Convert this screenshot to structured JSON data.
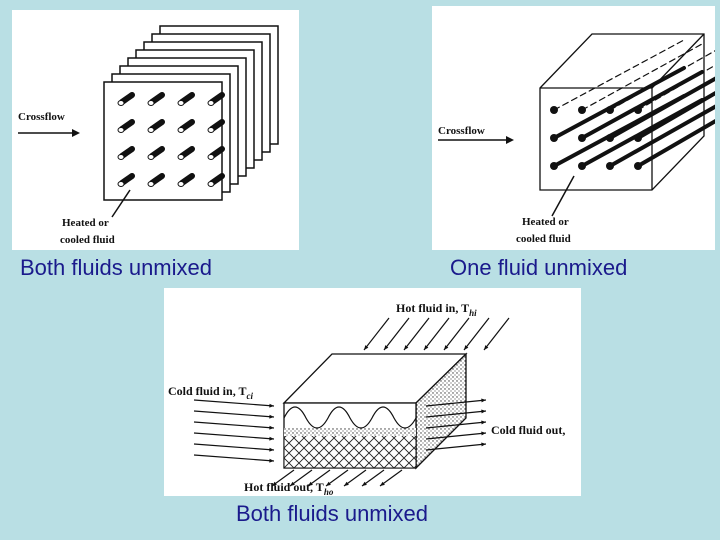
{
  "captions": {
    "a": "Both fluids unmixed",
    "b": "One fluid unmixed",
    "c": "Both fluids unmixed"
  },
  "panel_a": {
    "crossflow": "Crossflow",
    "fluid_line1": "Heated or",
    "fluid_line2": "cooled fluid"
  },
  "panel_b": {
    "crossflow": "Crossflow",
    "fluid_line1": "Heated or",
    "fluid_line2": "cooled fluid"
  },
  "panel_c": {
    "hot_in": "Hot fluid in, T",
    "hot_in_sub": "hi",
    "cold_in": "Cold fluid in, T",
    "cold_in_sub": "ci",
    "cold_out": "Cold fluid out,",
    "hot_out": "Hot fluid out, T",
    "hot_out_sub": "ho"
  },
  "colors": {
    "background": "#b9dfe4",
    "caption": "#1a1a8c",
    "ink": "#111111"
  }
}
